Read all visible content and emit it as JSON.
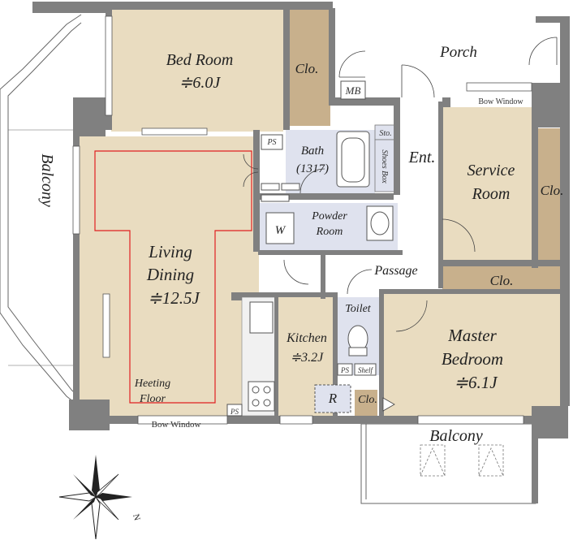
{
  "rooms": {
    "bed_room": {
      "name": "Bed Room",
      "size": "≑6.0J"
    },
    "closet_top": "Clo.",
    "porch": "Porch",
    "mb": "MB",
    "bow_window_top": "Bow Window",
    "bath": {
      "name": "Bath",
      "spec": "(1317)"
    },
    "ps": "PS",
    "storage": "Sto.",
    "shoes_box": "Shoes Box",
    "entrance": "Ent.",
    "service_room": {
      "name_line1": "Service",
      "name_line2": "Room"
    },
    "closet_service": "Clo.",
    "powder_room": {
      "line1": "Powder",
      "line2": "Room"
    },
    "washer": "W",
    "living": {
      "line1": "Living",
      "line2": "Dining",
      "size": "≑12.5J"
    },
    "heating": {
      "line1": "Heeting",
      "line2": "Floor"
    },
    "passage": "Passage",
    "closet_passage": "Clo.",
    "toilet": "Toilet",
    "ps_toilet": "PS",
    "shelf": "Shelf",
    "kitchen": {
      "name": "Kitchen",
      "size": "≑3.2J"
    },
    "fridge": "R",
    "closet_master": "Clo.",
    "master": {
      "line1": "Master",
      "line2": "Bedroom",
      "size": "≑6.1J"
    },
    "ps_kitchen": "PS",
    "bow_window_bottom": "Bow Window",
    "balcony_left": "Balcony",
    "balcony_bottom": "Balcony"
  },
  "compass": {
    "north_label": "N"
  },
  "colors": {
    "floor": "#e9dcc0",
    "closet": "#c8b08c",
    "wet_area": "#dfe2ee",
    "wall": "#808080",
    "heating_outline": "#e02020"
  }
}
